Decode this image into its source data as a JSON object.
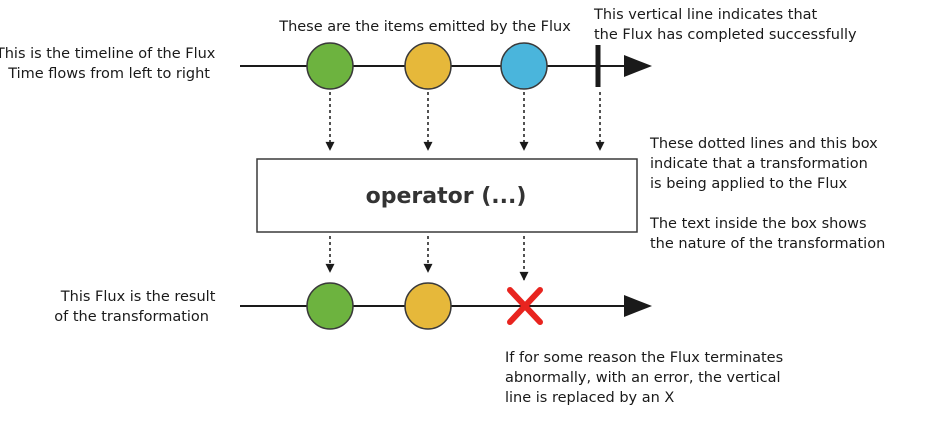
{
  "annotations": {
    "timeline": [
      "This is the timeline of the Flux",
      "Time flows from left to right"
    ],
    "items": [
      "These are the items emitted by the Flux"
    ],
    "completion": [
      "This vertical line indicates that",
      "the Flux has completed successfully"
    ],
    "transformation": [
      "These dotted lines and this box",
      "indicate that a transformation",
      "is being applied to the Flux"
    ],
    "box_text": [
      "The text inside the box shows",
      "the nature of the transformation"
    ],
    "result": [
      "This Flux is the result",
      "of the transformation"
    ],
    "error": [
      "If for some reason the Flux terminates",
      "abnormally, with an error, the vertical",
      "line is replaced by an X"
    ]
  },
  "operator": {
    "label": "operator (...)"
  },
  "colors": {
    "green": "#6db33f",
    "yellow": "#e6b83a",
    "blue": "#4ab5dc",
    "line": "#1a1a1a",
    "error": "#e8241f",
    "marble_stroke": "#3a3a3a"
  },
  "input_flux": {
    "marbles": [
      {
        "color_key": "green"
      },
      {
        "color_key": "yellow"
      },
      {
        "color_key": "blue"
      }
    ],
    "terminal": "complete"
  },
  "output_flux": {
    "marbles": [
      {
        "color_key": "green"
      },
      {
        "color_key": "yellow"
      }
    ],
    "terminal": "error"
  }
}
